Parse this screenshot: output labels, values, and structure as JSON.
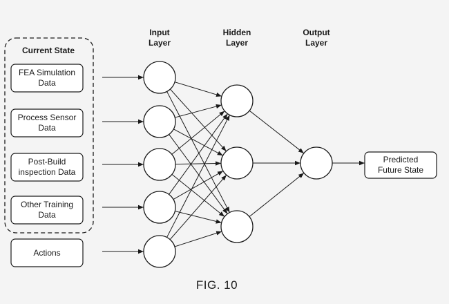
{
  "colors": {
    "stroke": "#1a1a1a",
    "node_fill": "#ffffff",
    "background": "#f4f4f4"
  },
  "group": {
    "title": "Current State"
  },
  "inputs": [
    {
      "line1": "FEA Simulation",
      "line2": "Data"
    },
    {
      "line1": "Process Sensor",
      "line2": "Data"
    },
    {
      "line1": "Post-Build",
      "line2": "inspection Data"
    },
    {
      "line1": "Other Training",
      "line2": "Data"
    },
    {
      "line1": "Actions",
      "line2": ""
    }
  ],
  "layers": {
    "input": {
      "line1": "Input",
      "line2": "Layer",
      "nodes": 5
    },
    "hidden": {
      "line1": "Hidden",
      "line2": "Layer",
      "nodes": 3
    },
    "output": {
      "line1": "Output",
      "line2": "Layer",
      "nodes": 1
    }
  },
  "result": {
    "line1": "Predicted",
    "line2": "Future State"
  },
  "caption": "FIG. 10"
}
